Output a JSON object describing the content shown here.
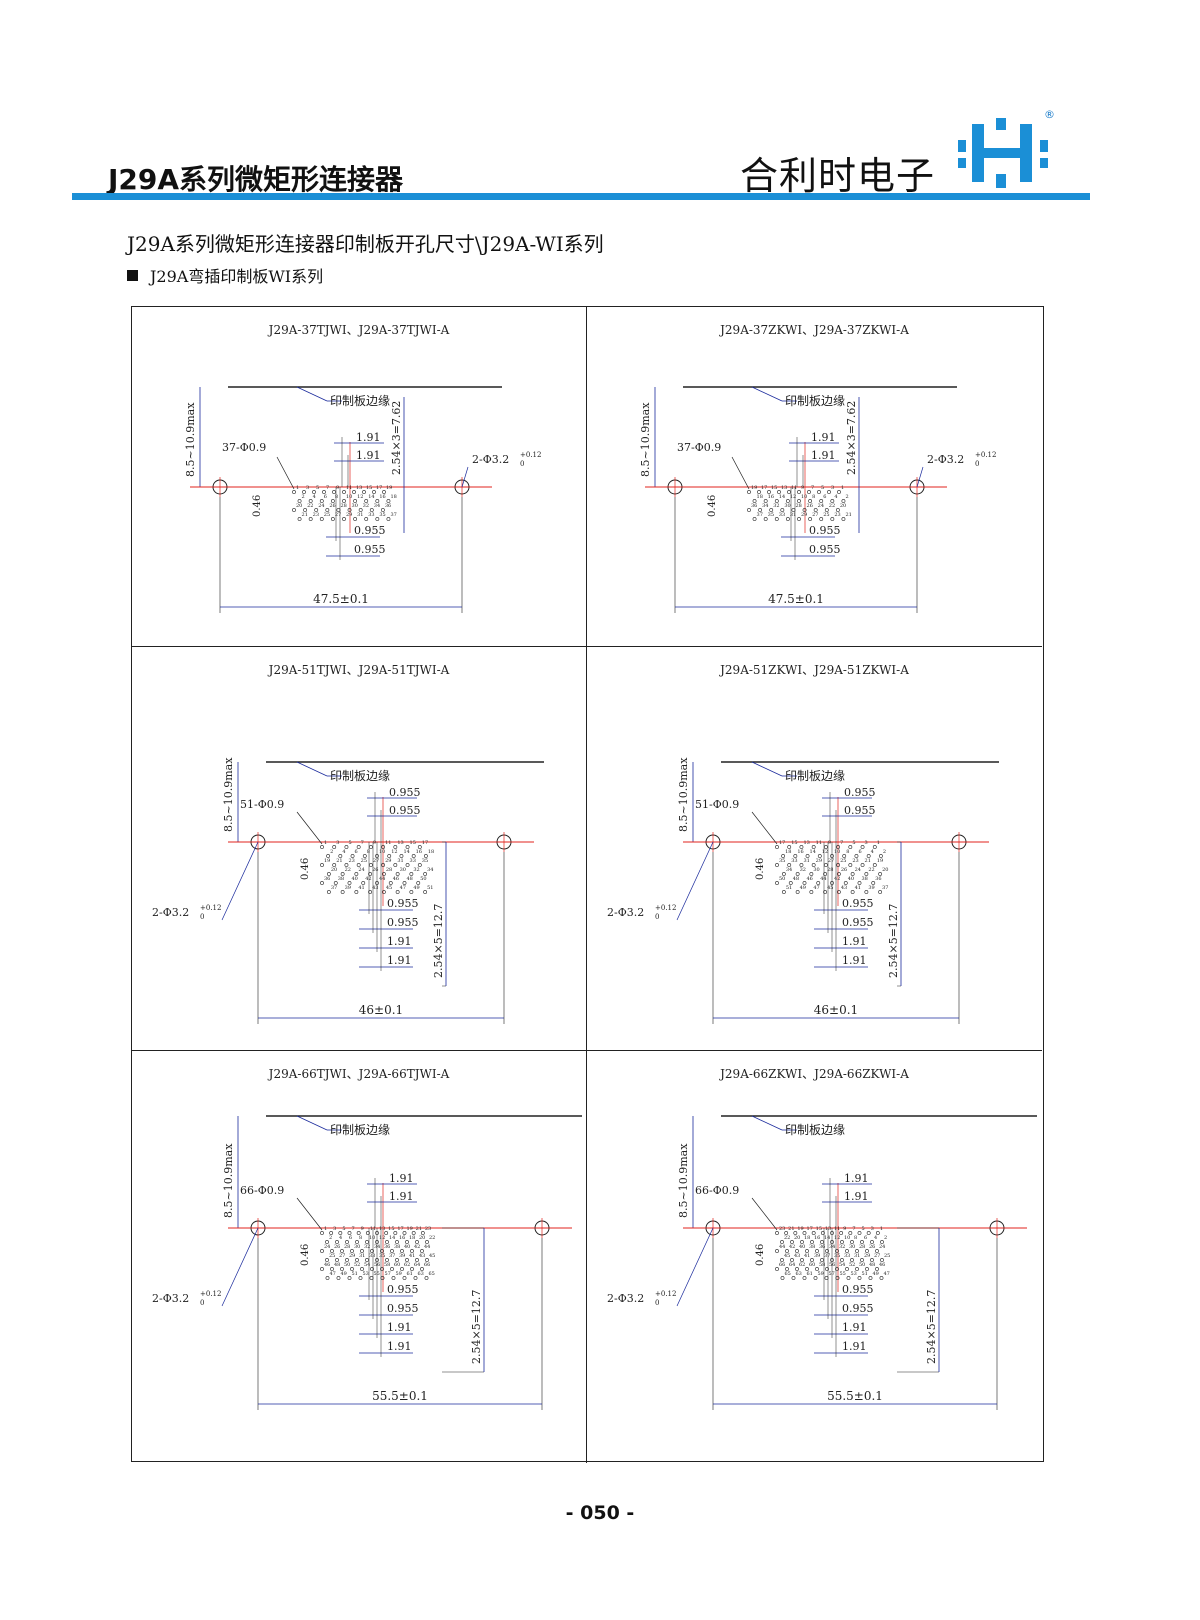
{
  "header": {
    "title": "J29A系列微矩形连接器",
    "brand": "合利时电子",
    "registered_mark": "®",
    "rule_color": "#1b8fd6"
  },
  "subtitle": "J29A系列微矩形连接器印制板开孔尺寸\\J29A-WI系列",
  "section": {
    "icon": "square-bullet-icon",
    "label": "J29A弯插印制板WI系列"
  },
  "common_labels": {
    "board_edge": "印制板边缘",
    "height_range": "8.5~10.9max",
    "row_offset": "0.46",
    "mount_hole": "2-Φ3.2"
  },
  "panels": [
    {
      "title": "J29A-37TJWI、J29A-37TJWI-A",
      "holes": "37-Φ0.9",
      "pitch_a": "1.91",
      "pitch_b": "1.91",
      "pitch_c": "0.955",
      "pitch_d": "0.955",
      "height_dim": "2.54×3=7.62",
      "width_dim": "47.5±0.1",
      "row_labels": [
        "1 3 5 7 9 11 13 15 17 19",
        "2 4 6 8 10 12 14 16 18",
        "20 22 24 26 28 30 32 34 36",
        "21 23 25 27 29 31 33 35 37"
      ]
    },
    {
      "title": "J29A-37ZKWI、J29A-37ZKWI-A",
      "holes": "37-Φ0.9",
      "pitch_a": "1.91",
      "pitch_b": "1.91",
      "pitch_c": "0.955",
      "pitch_d": "0.955",
      "height_dim": "2.54×3=7.62",
      "width_dim": "47.5±0.1",
      "row_labels": [
        "19 17 15 13 11 9 7 5 3 1",
        "18 16 14 12 10 8 6 4 2",
        "36 34 32 30 28 26 24 22 20",
        "37 35 33 31 29 27 25 23 21"
      ]
    },
    {
      "title": "J29A-51TJWI、J29A-51TJWI-A",
      "holes": "51-Φ0.9",
      "pitch_a": "0.955",
      "pitch_b": "0.955",
      "pitch_c": "0.955",
      "pitch_d": "0.955",
      "pitch_e": "1.91",
      "pitch_f": "1.91",
      "height_dim": "2.54×5=12.7",
      "width_dim": "46±0.1",
      "row_labels": [
        "1 3 5 7 9 11 13 15 17",
        "2 4 6 8 10 12 14 16 18",
        "19 21 23 25 27 29 31 33 35",
        "20 22 24 26 28 30 32 34",
        "36 38 40 42 44 46 48 50",
        "37 39 41 43 45 47 49 51"
      ]
    },
    {
      "title": "J29A-51ZKWI、J29A-51ZKWI-A",
      "holes": "51-Φ0.9",
      "pitch_a": "0.955",
      "pitch_b": "0.955",
      "pitch_c": "0.955",
      "pitch_d": "0.955",
      "pitch_e": "1.91",
      "pitch_f": "1.91",
      "height_dim": "2.54×5=12.7",
      "width_dim": "46±0.1",
      "row_labels": [
        "17 15 13 11 9 7 5 3 1",
        "18 16 14 12 10 8 6 4 2",
        "35 33 31 29 27 25 23 21 19",
        "34 32 30 28 26 24 22 20",
        "50 48 46 44 42 40 38 36",
        "51 49 47 45 43 41 39 37"
      ]
    },
    {
      "title": "J29A-66TJWI、J29A-66TJWI-A",
      "holes": "66-Φ0.9",
      "pitch_a": "1.91",
      "pitch_b": "1.91",
      "pitch_c": "0.955",
      "pitch_d": "0.955",
      "pitch_e": "1.91",
      "pitch_f": "1.91",
      "height_dim": "2.54×5=12.7",
      "width_dim": "55.5±0.1",
      "row_labels": [
        "1 3 5 7 9 11 13 15 17 19 21 23",
        "2 4 6 8 10 12 14 16 18 20 22",
        "24 26 28 30 32 34 36 38 40 42 44",
        "25 27 29 31 33 35 37 39 41 43 45",
        "46 48 50 52 54 56 58 60 62 64 66",
        "47 49 51 53 55 57 59 61 63 65"
      ]
    },
    {
      "title": "J29A-66ZKWI、J29A-66ZKWI-A",
      "holes": "66-Φ0.9",
      "pitch_a": "1.91",
      "pitch_b": "1.91",
      "pitch_c": "0.955",
      "pitch_d": "0.955",
      "pitch_e": "1.91",
      "pitch_f": "1.91",
      "height_dim": "2.54×5=12.7",
      "width_dim": "55.5±0.1",
      "row_labels": [
        "23 21 19 17 15 13 11 9 7 5 3 1",
        "22 20 18 16 14 12 10 8 6 4 2",
        "44 42 40 38 36 34 32 30 28 26 24",
        "45 43 41 39 37 35 33 31 29 27 25",
        "66 64 62 60 58 56 54 52 50 48 46",
        "65 63 61 59 57 55 53 51 49 47"
      ]
    }
  ],
  "colors": {
    "centerline": "#e0231c",
    "dimension": "#1a2a9c",
    "outline": "#222222"
  },
  "page_number": "- 050 -"
}
